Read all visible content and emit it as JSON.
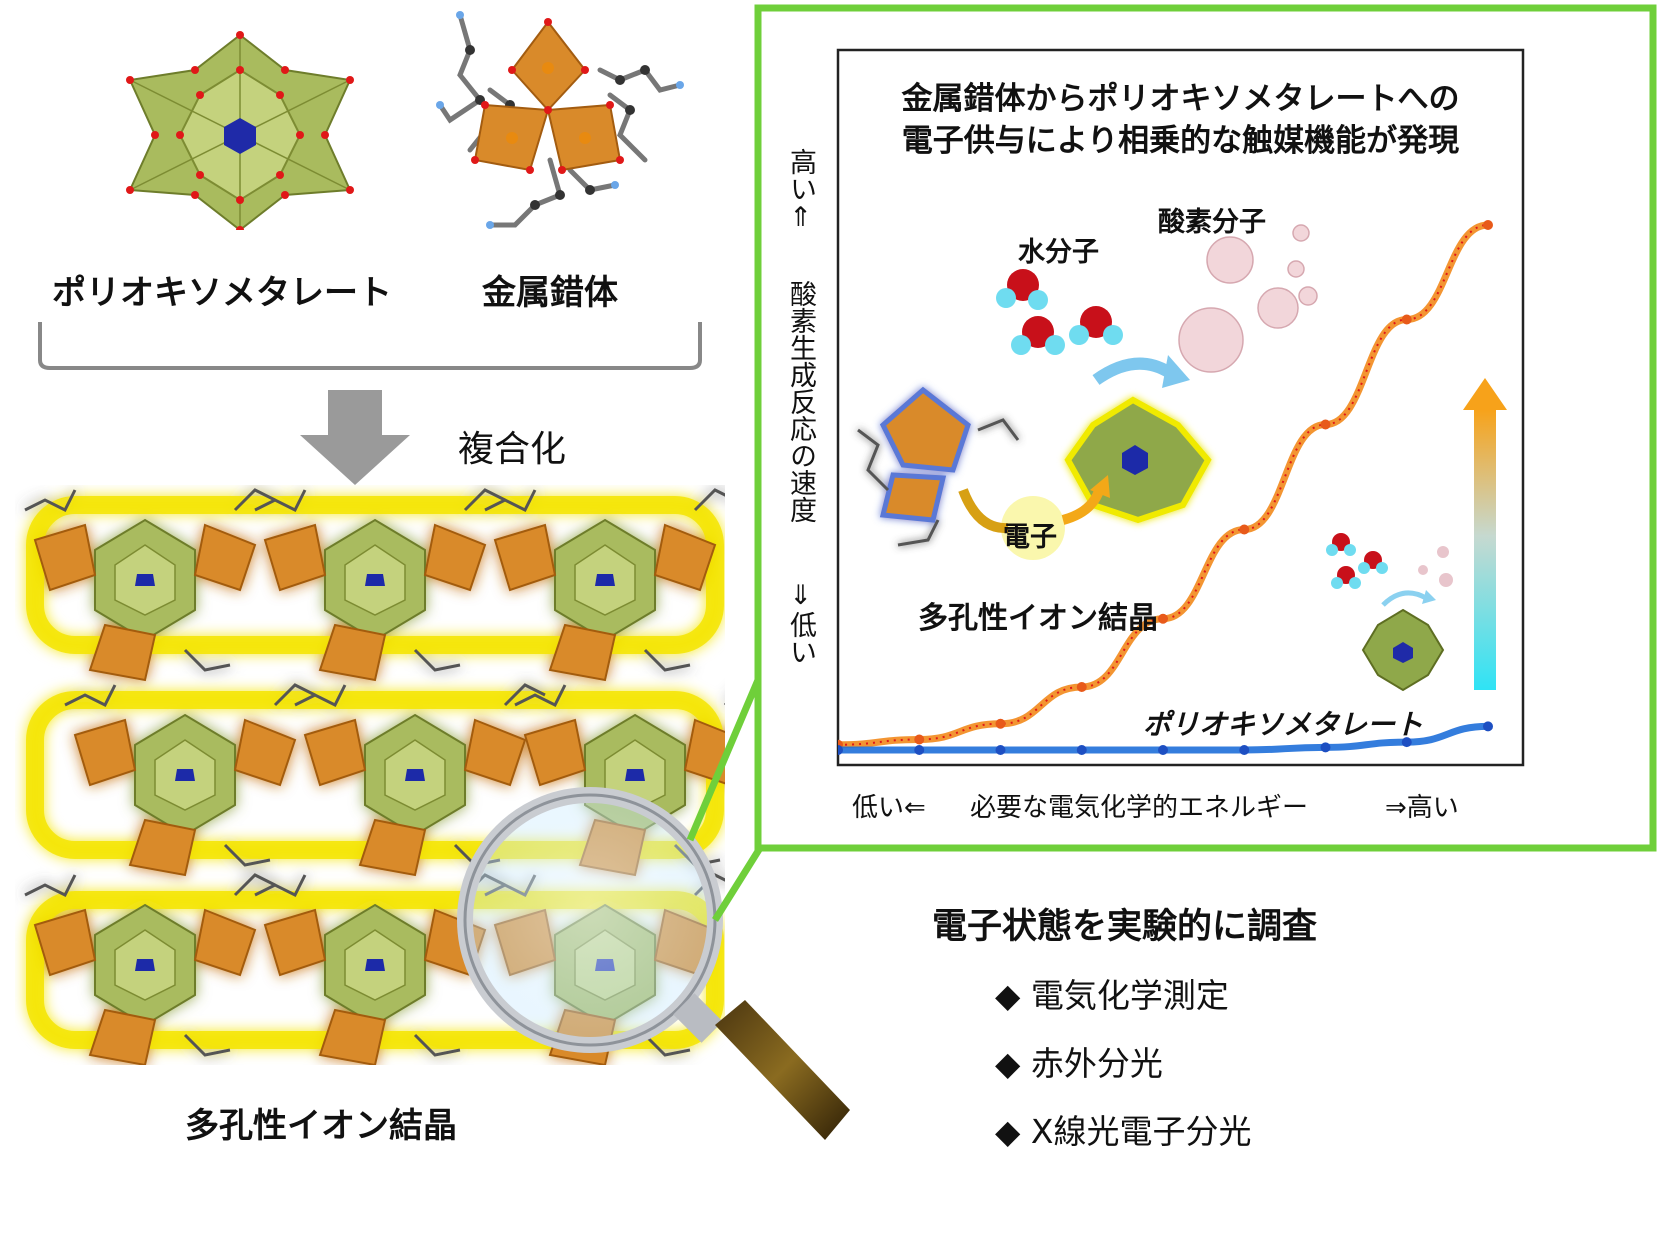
{
  "left": {
    "pom_label": "ポリオキソメタレート",
    "complex_label": "金属錯体",
    "combine_label": "複合化",
    "crystal_label": "多孔性イオン結晶"
  },
  "panel": {
    "title_line1": "金属錯体からポリオキソメタレートへの",
    "title_line2": "電子供与により相乗的な触媒機能が発現",
    "y_high": "高い⇑",
    "y_label": "酸素生成反応の速度",
    "y_low": "⇓低い",
    "x_low": "低い⇐",
    "x_label": "必要な電気化学的エネルギー",
    "x_high": "⇒高い",
    "water_label": "水分子",
    "oxygen_label": "酸素分子",
    "electron_label": "電子",
    "crystal_series_label": "多孔性イオン結晶",
    "pom_series_label": "ポリオキソメタレート"
  },
  "methods": {
    "heading": "電子状態を実験的に調査",
    "items": [
      {
        "bullet": "◆",
        "label": "電気化学測定"
      },
      {
        "bullet": "◆",
        "label": "赤外分光"
      },
      {
        "bullet": "◆",
        "label": "X線光電子分光"
      }
    ]
  },
  "colors": {
    "green_frame": "#6fcf3a",
    "orange": "#f28a1c",
    "blue": "#1e6fd9",
    "water_label": "#1aa0e0",
    "oxygen_label": "#ef6b7a"
  },
  "chart_data": {
    "type": "line",
    "xlabel": "必要な電気化学的エネルギー",
    "ylabel": "酸素生成反応の速度",
    "series": [
      {
        "name": "多孔性イオン結晶",
        "x": [
          0,
          1,
          2,
          3,
          4,
          5,
          6,
          7,
          8
        ],
        "values": [
          0.01,
          0.02,
          0.05,
          0.12,
          0.25,
          0.42,
          0.62,
          0.82,
          1.0
        ]
      },
      {
        "name": "ポリオキソメタレート",
        "x": [
          0,
          1,
          2,
          3,
          4,
          5,
          6,
          7,
          8
        ],
        "values": [
          0.0,
          0.0,
          0.0,
          0.0,
          0.0,
          0.0,
          0.005,
          0.015,
          0.045
        ]
      }
    ]
  }
}
